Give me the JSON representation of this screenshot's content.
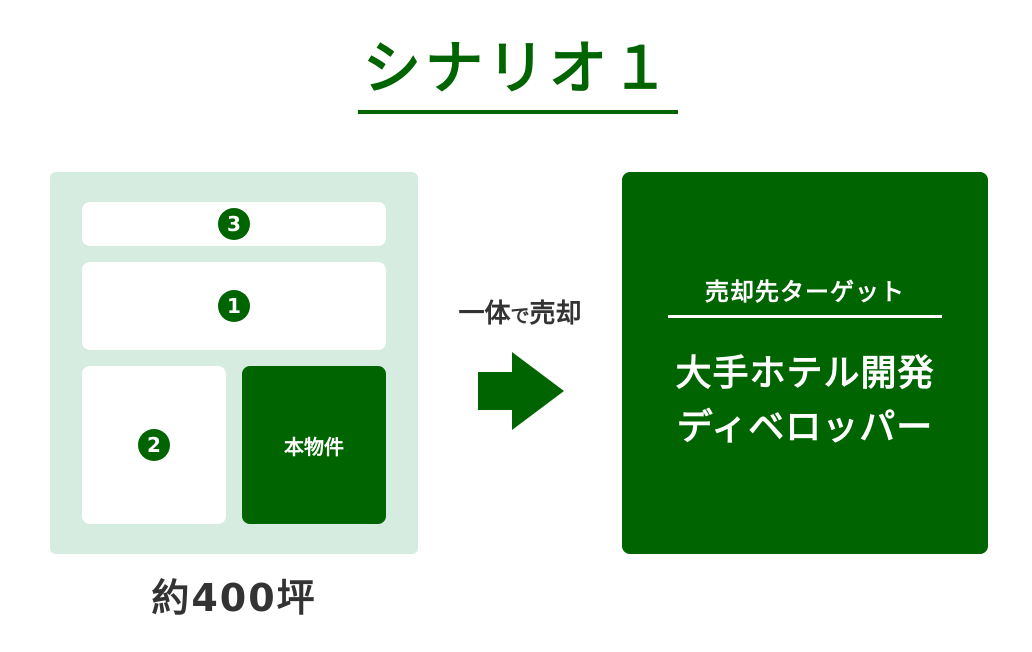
{
  "title": "シナリオ１",
  "site": {
    "lots": {
      "three": "3",
      "one": "1",
      "two": "2",
      "main": "本物件"
    },
    "area_label": "約400坪"
  },
  "transfer": {
    "label_main": "一体",
    "label_small": "で",
    "label_end": "売却"
  },
  "target": {
    "heading": "売却先ターゲット",
    "lines": [
      "大手ホテル開発",
      "ディベロッパー"
    ]
  },
  "colors": {
    "brand_green": "#006400",
    "site_bg": "#d6ece0",
    "text_dark": "#333333"
  }
}
